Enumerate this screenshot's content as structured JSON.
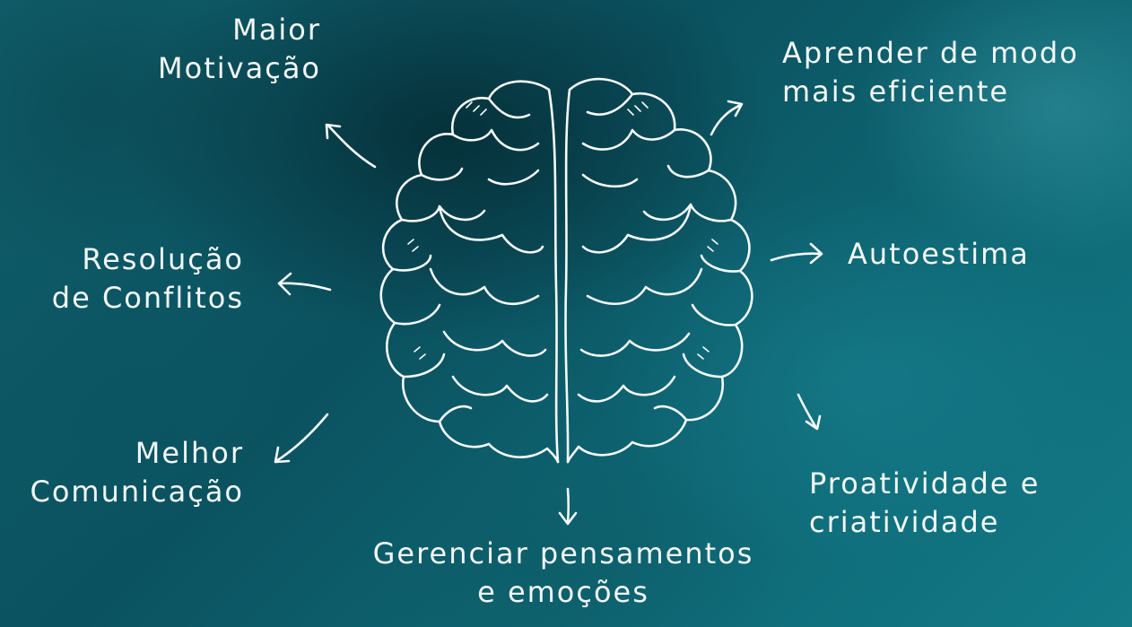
{
  "labels": {
    "maior_motivacao": [
      "Maior",
      "Motivação"
    ],
    "aprender": [
      "Aprender de modo",
      "mais eficiente"
    ],
    "resolucao": [
      "Resolução",
      "de Conflitos"
    ],
    "autoestima": [
      "Autoestima"
    ],
    "comunicacao": [
      "Melhor",
      "Comunicação"
    ],
    "proatividade": [
      "Proatividade e",
      "criatividade"
    ],
    "gerenciar": [
      "Gerenciar pensamentos",
      "e emoções"
    ]
  },
  "colors": {
    "background": "#0d5a66",
    "stroke": "#f5fafa"
  },
  "icons": [
    "brain-icon",
    "arrow-icon"
  ]
}
